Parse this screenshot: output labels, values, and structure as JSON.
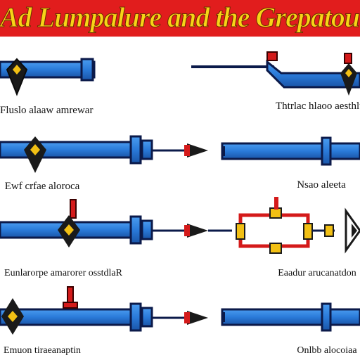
{
  "title": "Ad Lumpalure and the Grepatouter",
  "colors": {
    "banner": "#e11d1d",
    "title_text": "#f7d417",
    "pipe_blue": "#2a7ad9",
    "pipe_edge": "#0b1a4a",
    "valve": "#1a1a1a",
    "valve_accent": "#f2c014",
    "red": "#d41a1a"
  },
  "captions": [
    "Fluslo alaaw amrewar",
    "Thtrlac hlaoo aesthlurd",
    "Ewf crfae aloroca",
    "Nsao aleeta",
    "Eunlarorpe amarorer osstdlaR",
    "Eaadur arucanatdon",
    "Emuon tiraeanaptin",
    "Onlbb alocoiaa"
  ],
  "icons": [
    "diamond-valve-icon",
    "arrow-nozzle-icon",
    "red-flange-icon",
    "bypass-loop-icon"
  ]
}
